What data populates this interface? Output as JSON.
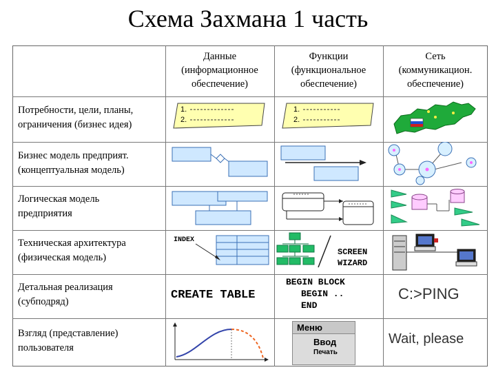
{
  "title": "Схема Захмана 1 часть",
  "columns": [
    {
      "line1": "Данные",
      "line2": "(информационное",
      "line3": "обеспечение)"
    },
    {
      "line1": "Функции",
      "line2": "(функциональное",
      "line3": "обеспечение)"
    },
    {
      "line1": "Сеть",
      "line2": "(коммуникацион.",
      "line3": "обеспечение)"
    }
  ],
  "rows": [
    {
      "line1": "Потребности, цели, планы,",
      "line2": "ограничения (бизнес идея)"
    },
    {
      "line1": "Бизнес модель предприят.",
      "line2": "(концептуальная модель)"
    },
    {
      "line1": "Логическая модель",
      "line2": "предприятия"
    },
    {
      "line1": "Техническая архитектура",
      "line2": "(физическая модель)"
    },
    {
      "line1": "Детальная реализация",
      "line2": "(субподряд)"
    },
    {
      "line1": "Взгляд (представление)",
      "line2": "пользователя"
    }
  ],
  "cells": {
    "list_items": [
      "1.",
      "2."
    ],
    "index_label": "INDEX",
    "screen_label": "SCREEN",
    "wizard_label": "WIZARD",
    "create_table": "CREATE TABLE",
    "begin_block": "BEGIN BLOCK",
    "begin": "BEGIN ..",
    "end": "END",
    "ping": "C:>PING",
    "menu_title": "Меню",
    "menu_item1": "Ввод",
    "menu_item2": "Печать",
    "wait": "Wait, please"
  },
  "colors": {
    "note_fill": "#ffffb0",
    "box_fill": "#cfe8ff",
    "box_stroke": "#3a6fb5",
    "circle_fill": "#d8f0ff",
    "node_fill": "#ff99ff",
    "green": "#33cc88",
    "map_green": "#1faa3a",
    "curve_blue": "#3344aa",
    "curve_orange": "#ee6622"
  }
}
